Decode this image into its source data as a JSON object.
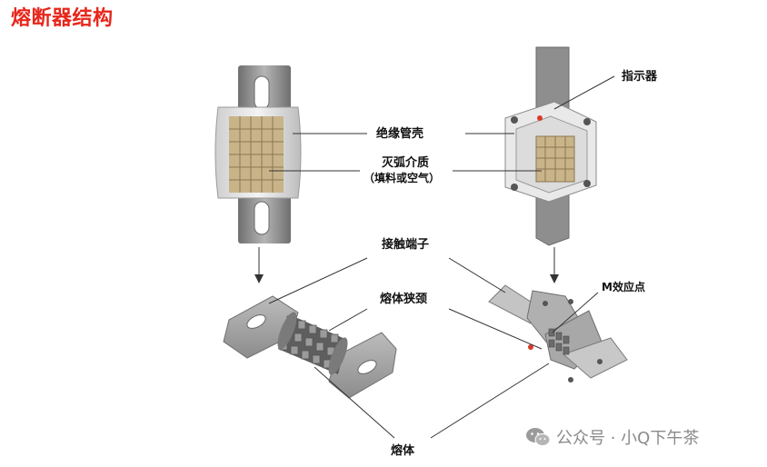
{
  "title": "熔断器结构",
  "labels": {
    "indicator": "指示器",
    "insulating_shell": "绝缘管壳",
    "arc_medium_line1": "灭弧介质",
    "arc_medium_line2": "（填料或空气）",
    "contact_terminal": "接触端子",
    "fuse_neck": "熔体狭颈",
    "m_effect_point": "M效应点",
    "fuse_element": "熔体"
  },
  "watermark": {
    "text": "公众号 · 小Q下午茶",
    "icon": "wechat-icon"
  },
  "colors": {
    "title": "#e8261b",
    "metal": "#9a9a9a",
    "ceramic": "#e6e6e6",
    "fill_tan": "#c9b48a"
  }
}
